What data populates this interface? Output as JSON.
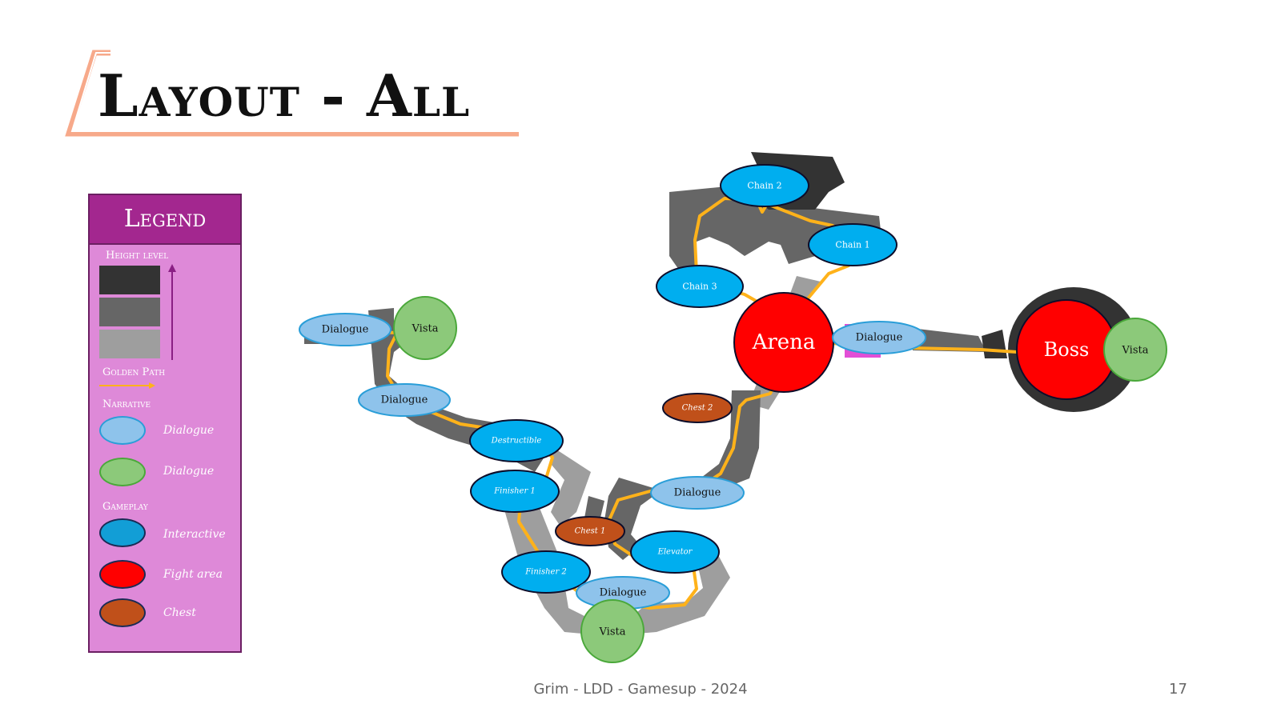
{
  "slide": {
    "title": "Layout - All",
    "footer": "Grim - LDD - Gamesup - 2024",
    "page_number": "17"
  },
  "legend": {
    "title": "Legend",
    "height_level": "Height level",
    "golden_path": "Golden Path",
    "narrative": "Narrative",
    "narrative_items": [
      "Dialogue",
      "Dialogue"
    ],
    "gameplay": "Gameplay",
    "gameplay_items": [
      "Interactive",
      "Fight area",
      "Chest"
    ]
  },
  "colors": {
    "dialogue": "#8ec3eb",
    "vista": "#8cc97a",
    "interactive": "#00aeef",
    "fight_area": "#ff0000",
    "chest": "#c0501a",
    "golden_path": "#ffb21a",
    "height_high": "#333333",
    "height_mid": "#666666",
    "height_low": "#9e9e9e",
    "legend_bg": "#de89d8",
    "legend_header": "#a3278f",
    "title_accent": "#f7a98a"
  },
  "map": {
    "nodes": {
      "chain2": "Chain 2",
      "chain1": "Chain 1",
      "chain3": "Chain 3",
      "arena": "Arena",
      "dialogue_arena": "Dialogue",
      "boss": "Boss",
      "vista_boss": "Vista",
      "dialogue_start": "Dialogue",
      "vista_start": "Vista",
      "dialogue_2": "Dialogue",
      "destructible": "Destructible",
      "finisher1": "Finisher 1",
      "chest2": "Chest 2",
      "dialogue_mid": "Dialogue",
      "chest1": "Chest 1",
      "elevator": "Elevator",
      "finisher2": "Finisher 2",
      "dialogue_bottom": "Dialogue",
      "vista_bottom": "Vista"
    }
  }
}
